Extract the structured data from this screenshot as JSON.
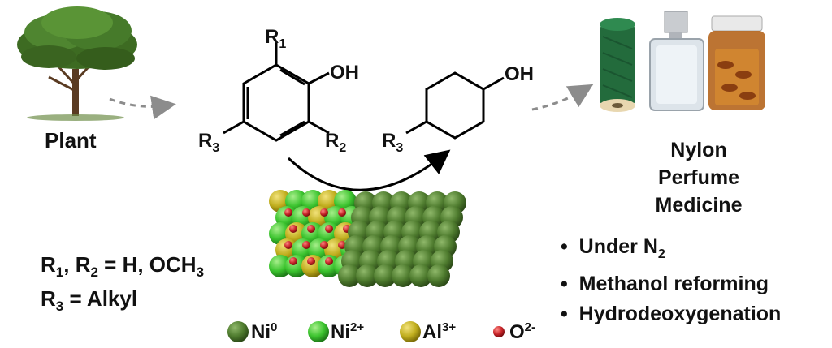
{
  "source": {
    "label": "Plant",
    "icon": "tree-icon"
  },
  "reactant": {
    "r1": "R",
    "r1_sub": "1",
    "r2": "R",
    "r2_sub": "2",
    "r3": "R",
    "r3_sub": "3",
    "oh": "OH"
  },
  "product": {
    "r3": "R",
    "r3_sub": "3",
    "oh": "OH"
  },
  "substituents": {
    "line1": {
      "a": "R",
      "a_sub": "1",
      "sep": ", ",
      "b": "R",
      "b_sub": "2",
      "eq": " = H, OCH",
      "tail_sub": "3"
    },
    "line2": {
      "a": "R",
      "a_sub": "3",
      "eq": " = Alkyl"
    }
  },
  "applications": {
    "icons": [
      "thread-spool-icon",
      "perfume-bottle-icon",
      "medicine-bottle-icon"
    ],
    "items": [
      "Nylon",
      "Perfume",
      "Medicine"
    ]
  },
  "conditions": {
    "c1_text": "Under N",
    "c1_sub": "2",
    "c2": "Methanol reforming",
    "c3": "Hydrodeoxygenation"
  },
  "legend": [
    {
      "label": "Ni",
      "sup": "0",
      "color": "#4e7b2e"
    },
    {
      "label": "Ni",
      "sup": "2+",
      "color": "#3cc42f"
    },
    {
      "label": "Al",
      "sup": "3+",
      "color": "#c0ae1e"
    },
    {
      "label": "O",
      "sup": "2-",
      "color": "#c8262a"
    }
  ],
  "catalyst": {
    "icon": "catalyst-surface-icon"
  }
}
